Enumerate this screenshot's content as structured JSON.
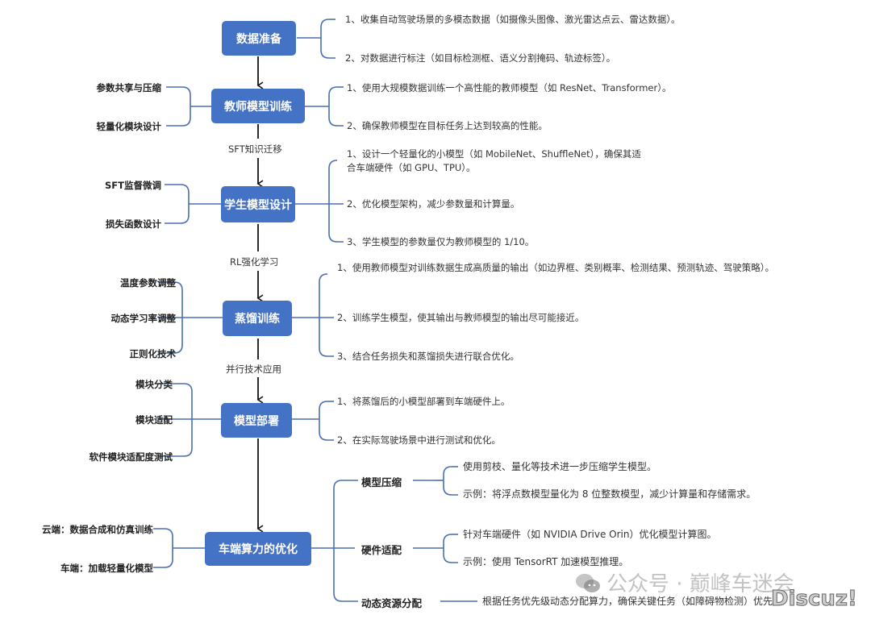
{
  "stages": [
    {
      "title": "数据准备",
      "details": [
        "1、收集自动驾驶场景的多模态数据（如摄像头图像、激光雷达点云、雷达数据）。",
        "2、对数据进行标注（如目标检测框、语义分割掩码、轨迹标签）。"
      ],
      "side": []
    },
    {
      "title": "教师模型训练",
      "details": [
        "1、使用大规模数据训练一个高性能的教师模型（如 ResNet、Transformer）。",
        "2、确保教师模型在目标任务上达到较高的性能。"
      ],
      "side": [
        "参数共享与压缩",
        "轻量化模块设计"
      ]
    },
    {
      "title": "学生模型设计",
      "details": [
        "1、设计一个轻量化的小模型（如 MobileNet、ShuffleNet），确保其适合车端硬件（如 GPU、TPU）。",
        "2、优化模型架构，减少参数量和计算量。",
        "3、学生模型的参数量仅为教师模型的 1/10。"
      ],
      "side": [
        "SFT监督微调",
        "损失函数设计"
      ]
    },
    {
      "title": "蒸馏训练",
      "details": [
        "1、使用教师模型对训练数据生成高质量的输出（如边界框、类别概率、检测结果、预测轨迹、驾驶策略）。",
        "2、训练学生模型，使其输出与教师模型的输出尽可能接近。",
        "3、结合任务损失和蒸馏损失进行联合优化。"
      ],
      "side": [
        "温度参数调整",
        "动态学习率调整",
        "正则化技术"
      ]
    },
    {
      "title": "模型部署",
      "details": [
        "1、将蒸馏后的小模型部署到车端硬件上。",
        "2、在实际驾驶场景中进行测试和优化。"
      ],
      "side": [
        "模块分类",
        "模块适配",
        "软件模块适配度测试"
      ]
    },
    {
      "title": "车端算力的优化",
      "details": [],
      "side": [
        "云端：数据合成和仿真训练",
        "车端：加载轻量化模型"
      ]
    }
  ],
  "transitions": [
    "SFT知识迁移",
    "RL强化学习",
    "并行技术应用"
  ],
  "optimization": [
    {
      "label": "模型压缩",
      "items": [
        "使用剪枝、量化等技术进一步压缩学生模型。",
        "示例：将浮点数模型量化为 8 位整数模型，减少计算量和存储需求。"
      ]
    },
    {
      "label": "硬件适配",
      "items": [
        "针对车端硬件（如 NVIDIA Drive Orin）优化模型计算图。",
        "示例：使用 TensorRT 加速模型推理。"
      ]
    },
    {
      "label": "动态资源分配",
      "items": [
        "根据任务优先级动态分配算力，确保关键任务（如障碍物检测）优先"
      ]
    }
  ],
  "watermark": {
    "text": "公众号 · 巅峰车迷会",
    "forum": "Discuz!"
  },
  "colors": {
    "box": "#4472c4",
    "connector": "#4a6fb5",
    "arrow": "#111111"
  }
}
